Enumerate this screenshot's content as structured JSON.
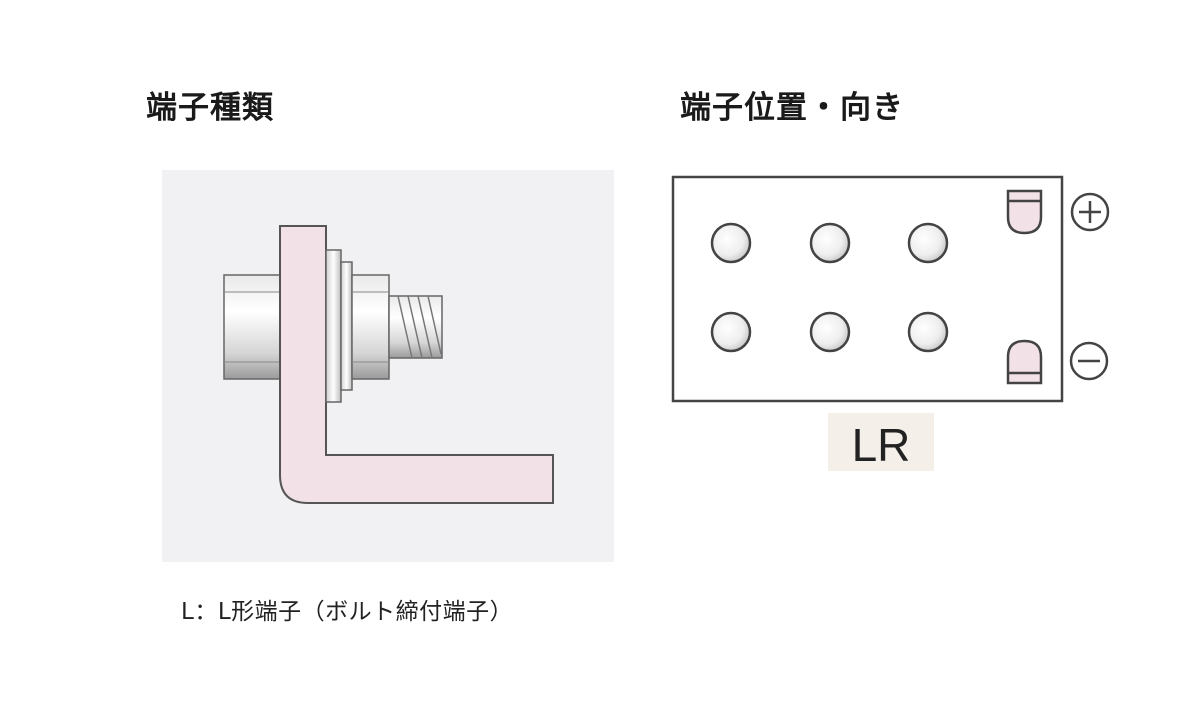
{
  "terminal_type": {
    "heading": "端子種類",
    "caption": "L：L形端子（ボルト締付端子）"
  },
  "terminal_position": {
    "heading": "端子位置・向き",
    "code": "LR",
    "positive_symbol": "+",
    "negative_symbol": "−"
  },
  "colors": {
    "terminal_fill": "#f2e1e6",
    "panel_bg": "#f1f1f3",
    "code_bg": "#f5efe9"
  }
}
